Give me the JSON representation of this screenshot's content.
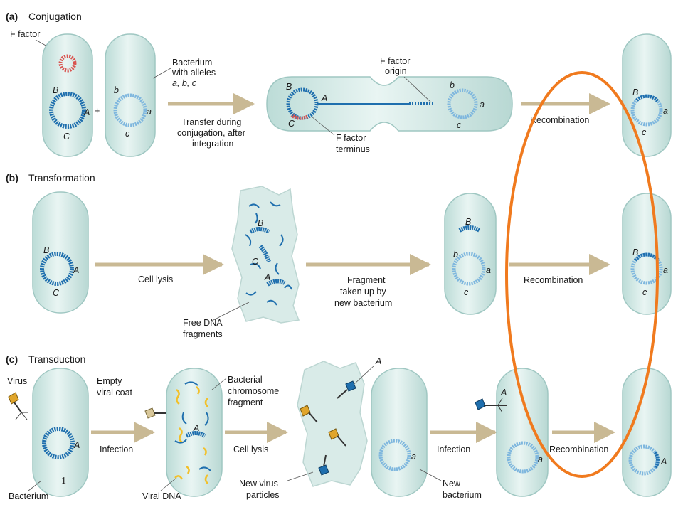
{
  "panels": {
    "a": {
      "letter": "(a)",
      "title": "Conjugation",
      "f_factor": "F factor",
      "bacterium_lines": [
        "Bacterium",
        "with alleles",
        "a, b, c"
      ],
      "transfer_lines": [
        "Transfer during",
        "conjugation, after",
        "integration"
      ],
      "origin_lines": [
        "F factor",
        "origin"
      ],
      "terminus_lines": [
        "F factor",
        "terminus"
      ],
      "recombination": "Recombination",
      "plus": "+"
    },
    "b": {
      "letter": "(b)",
      "title": "Transformation",
      "cell_lysis": "Cell lysis",
      "free_dna_lines": [
        "Free DNA",
        "fragments"
      ],
      "fragment_lines": [
        "Fragment",
        "taken up by",
        "new bacterium"
      ],
      "recombination": "Recombination"
    },
    "c": {
      "letter": "(c)",
      "title": "Transduction",
      "virus": "Virus",
      "empty_coat_lines": [
        "Empty",
        "viral coat"
      ],
      "chromosome_fragment_lines": [
        "Bacterial",
        "chromosome",
        "fragment"
      ],
      "infection": "Infection",
      "cell_lysis": "Cell lysis",
      "infection2": "Infection",
      "recombination": "Recombination",
      "bacterium": "Bacterium",
      "viral_dna": "Viral DNA",
      "new_virus_lines": [
        "New virus",
        "particles"
      ],
      "new_bacterium_lines": [
        "New",
        "bacterium"
      ]
    }
  },
  "genes": {
    "A": "A",
    "B": "B",
    "C": "C",
    "a": "a",
    "b": "b",
    "c": "c"
  },
  "slide_number": "1",
  "colors": {
    "cell_fill": "#d5ebe8",
    "cell_stroke": "#9fc7c2",
    "dark_chromosome": "#1f6fae",
    "light_chromosome": "#7fb7de",
    "f_factor": "#d9534f",
    "arrow": "#f1e6cd",
    "arrow_stroke": "#c9b994",
    "highlight_ellipse": "#f07a1e",
    "viral_dna": "#f2c02a"
  }
}
